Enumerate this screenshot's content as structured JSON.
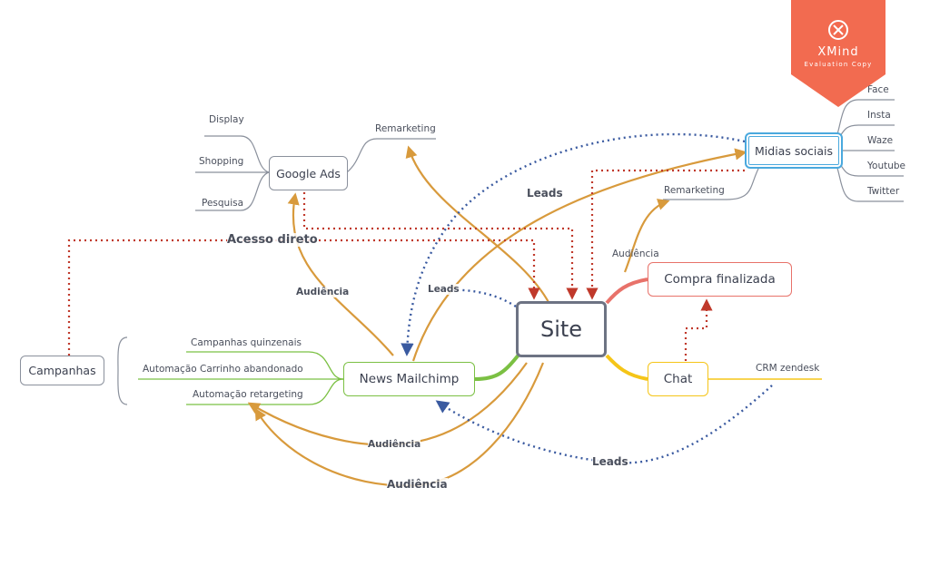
{
  "nodes": {
    "site": "Site",
    "google_ads": "Google Ads",
    "midias_sociais": "Midias sociais",
    "compra_finalizada": "Compra finalizada",
    "chat": "Chat",
    "news_mailchimp": "News Mailchimp",
    "campanhas": "Campanhas"
  },
  "google_ads_children": [
    "Display",
    "Shopping",
    "Pesquisa"
  ],
  "google_ads_remarketing": "Remarketing",
  "midias_children": [
    "Face",
    "Insta",
    "Waze",
    "Youtube",
    "Twitter"
  ],
  "midias_remarketing": "Remarketing",
  "news_children": [
    "Campanhas quinzenais",
    "Automação Carrinho abandonado",
    "Automação retargeting"
  ],
  "chat_child": "CRM zendesk",
  "relations": {
    "acesso_direto": "Acesso direto",
    "leads_top": "Leads",
    "leads_site": "Leads",
    "leads_bottom": "Leads",
    "audiencia_google": "Audiência",
    "audiencia_news": "Audiência",
    "audiencia_site": "Audiência",
    "audiencia_remarketing": "Audiência"
  },
  "watermark": {
    "brand": "XMind",
    "subtitle": "Evaluation Copy"
  },
  "colors": {
    "structure_gray": "#7b8190",
    "green": "#7bc043",
    "yellow": "#f5c518",
    "red": "#e8726a",
    "orange_arrow": "#d89a3c",
    "blue_dotted": "#3a5aa0",
    "red_dotted": "#c0392b",
    "midias_border": "#4aa9de",
    "watermark_bg": "#f26b50"
  }
}
